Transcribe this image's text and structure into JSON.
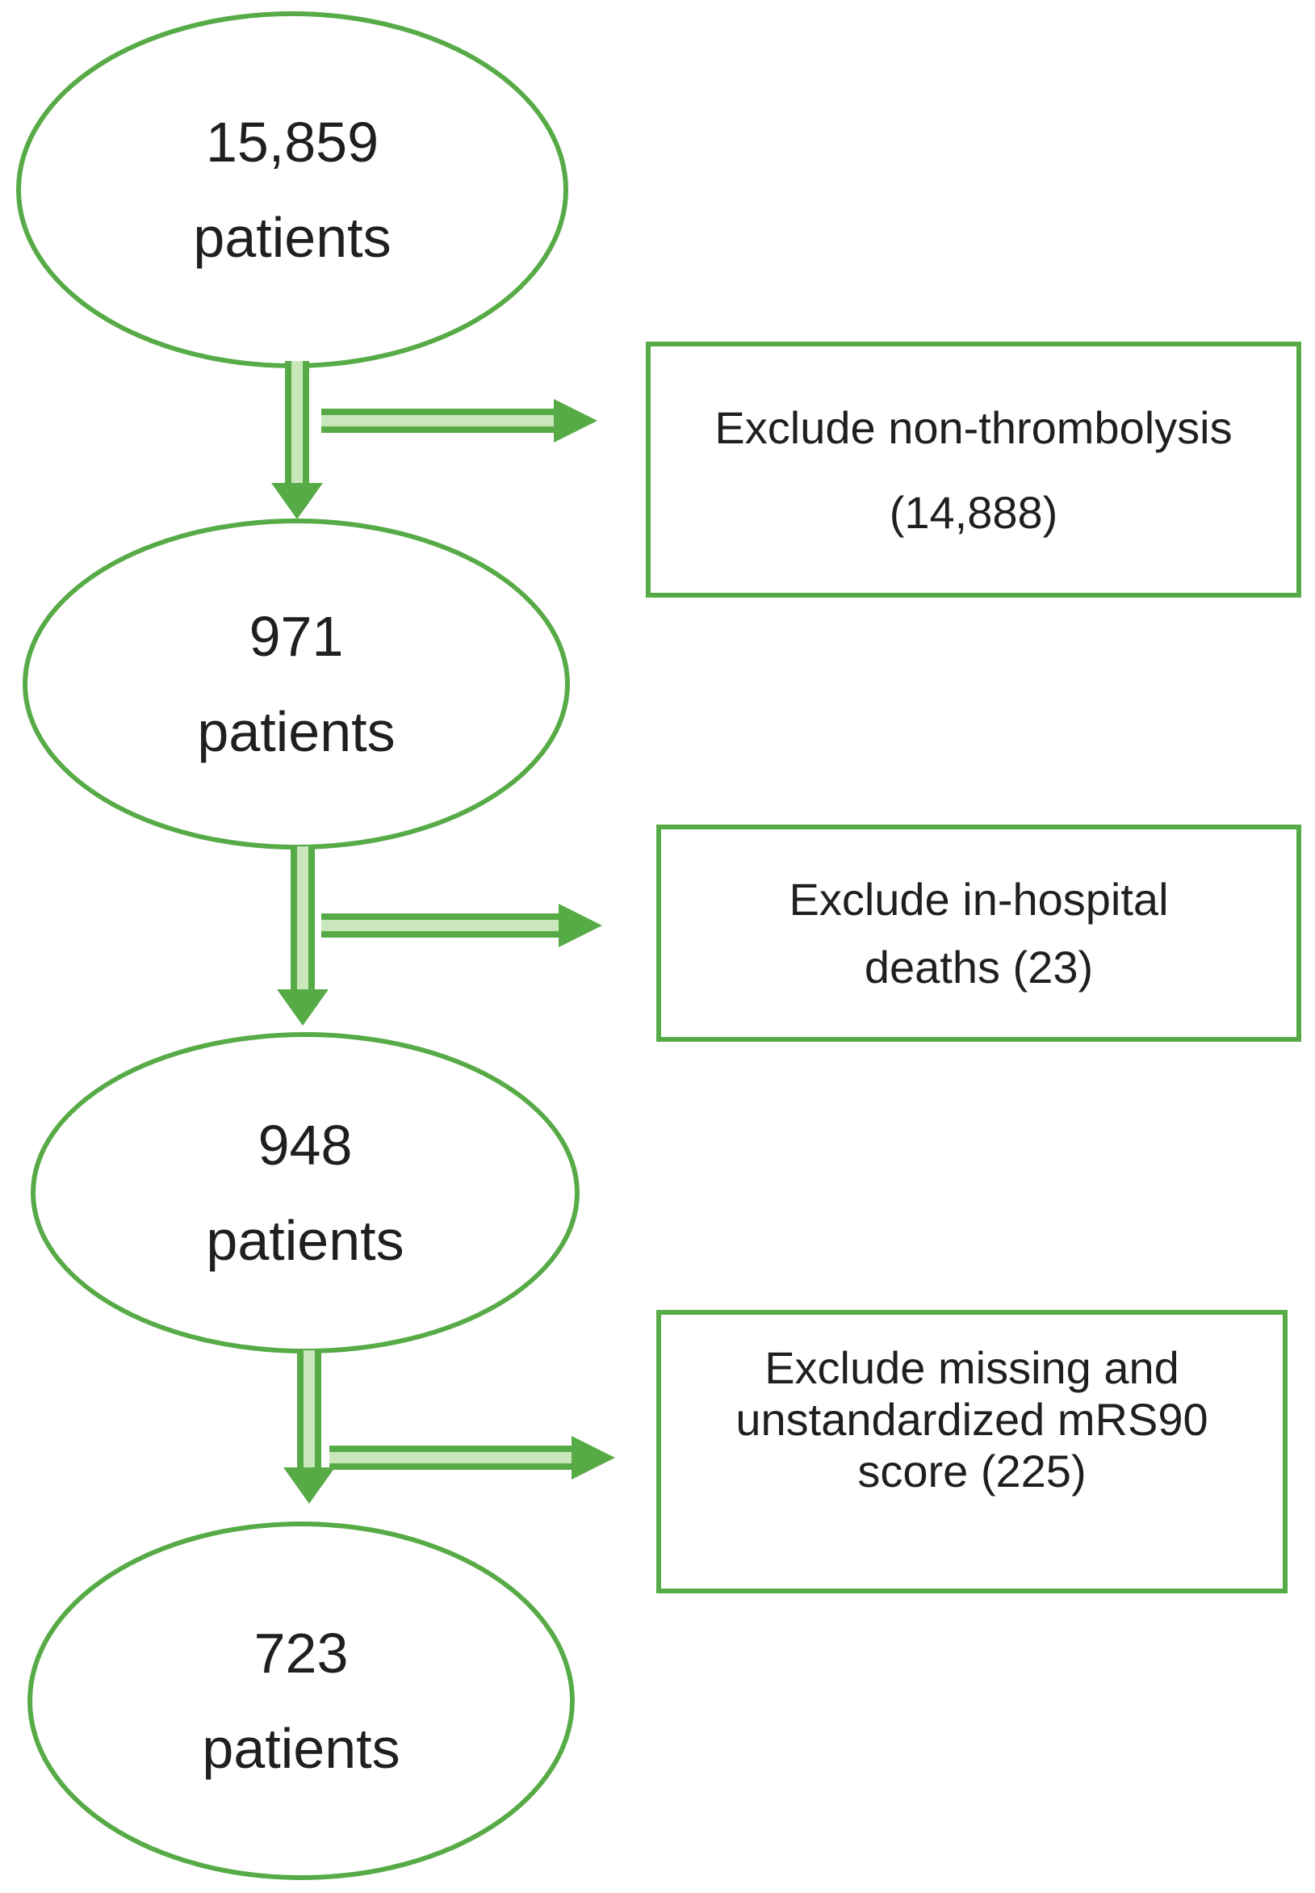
{
  "flow": {
    "colors": {
      "shape_outline": "#57ab47",
      "arrow_inner": "#c9e7bb",
      "text": "#1f1f1f",
      "background": "#ffffff"
    },
    "nodes": [
      {
        "count": "15,859",
        "label": "patients"
      },
      {
        "count": "971",
        "label": "patients"
      },
      {
        "count": "948",
        "label": "patients"
      },
      {
        "count": "723",
        "label": "patients"
      }
    ],
    "exclusions": [
      {
        "lines": [
          "Exclude non-thrombolysis",
          "(14,888)"
        ]
      },
      {
        "lines": [
          "Exclude in-hospital",
          "deaths (23)"
        ]
      },
      {
        "lines": [
          "Exclude missing and",
          "unstandardized mRS90",
          "score (225)"
        ]
      }
    ]
  }
}
